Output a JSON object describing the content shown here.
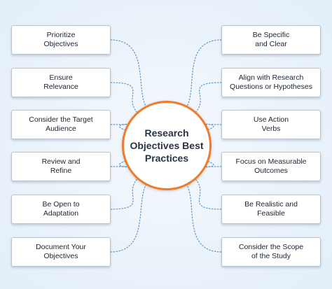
{
  "center": {
    "title": "Research\nObjectives Best\nPractices"
  },
  "left_items": [
    {
      "label": "Prioritize\nObjectives"
    },
    {
      "label": "Ensure\nRelevance"
    },
    {
      "label": "Consider the Target\nAudience"
    },
    {
      "label": "Review and\nRefine"
    },
    {
      "label": "Be Open to\nAdaptation"
    },
    {
      "label": "Document Your\nObjectives"
    }
  ],
  "right_items": [
    {
      "label": "Be Specific\nand Clear"
    },
    {
      "label": "Align with Research\nQuestions or Hypotheses"
    },
    {
      "label": "Use Action\nVerbs"
    },
    {
      "label": "Focus on Measurable\nOutcomes"
    },
    {
      "label": "Be Realistic and\nFeasible"
    },
    {
      "label": "Consider the Scope\nof the Study"
    }
  ],
  "colors": {
    "center_border": "#ef7b2c",
    "connector": "#5f96c4"
  }
}
